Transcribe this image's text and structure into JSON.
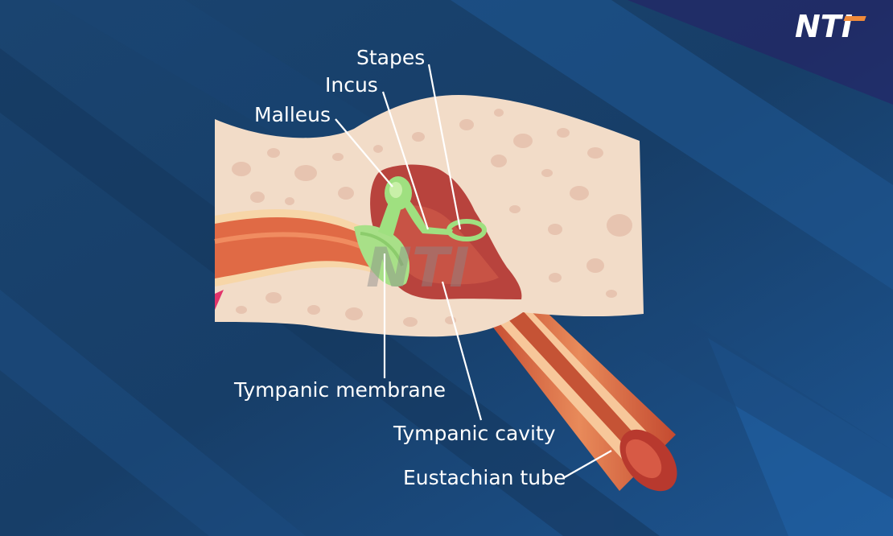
{
  "brand": {
    "logo_text": "NTI"
  },
  "colors": {
    "background": "#183f68",
    "bone": "#f2dcc8",
    "ossicles": "#9fe080",
    "cavity": "#b8433d",
    "canal": "#e06a45",
    "label": "#ffffff"
  },
  "labels": {
    "stapes": "Stapes",
    "incus": "Incus",
    "malleus": "Malleus",
    "tympanic_membrane": "Tympanic membrane",
    "tympanic_cavity": "Tympanic cavity",
    "eustachian_tube": "Eustachian tube"
  }
}
